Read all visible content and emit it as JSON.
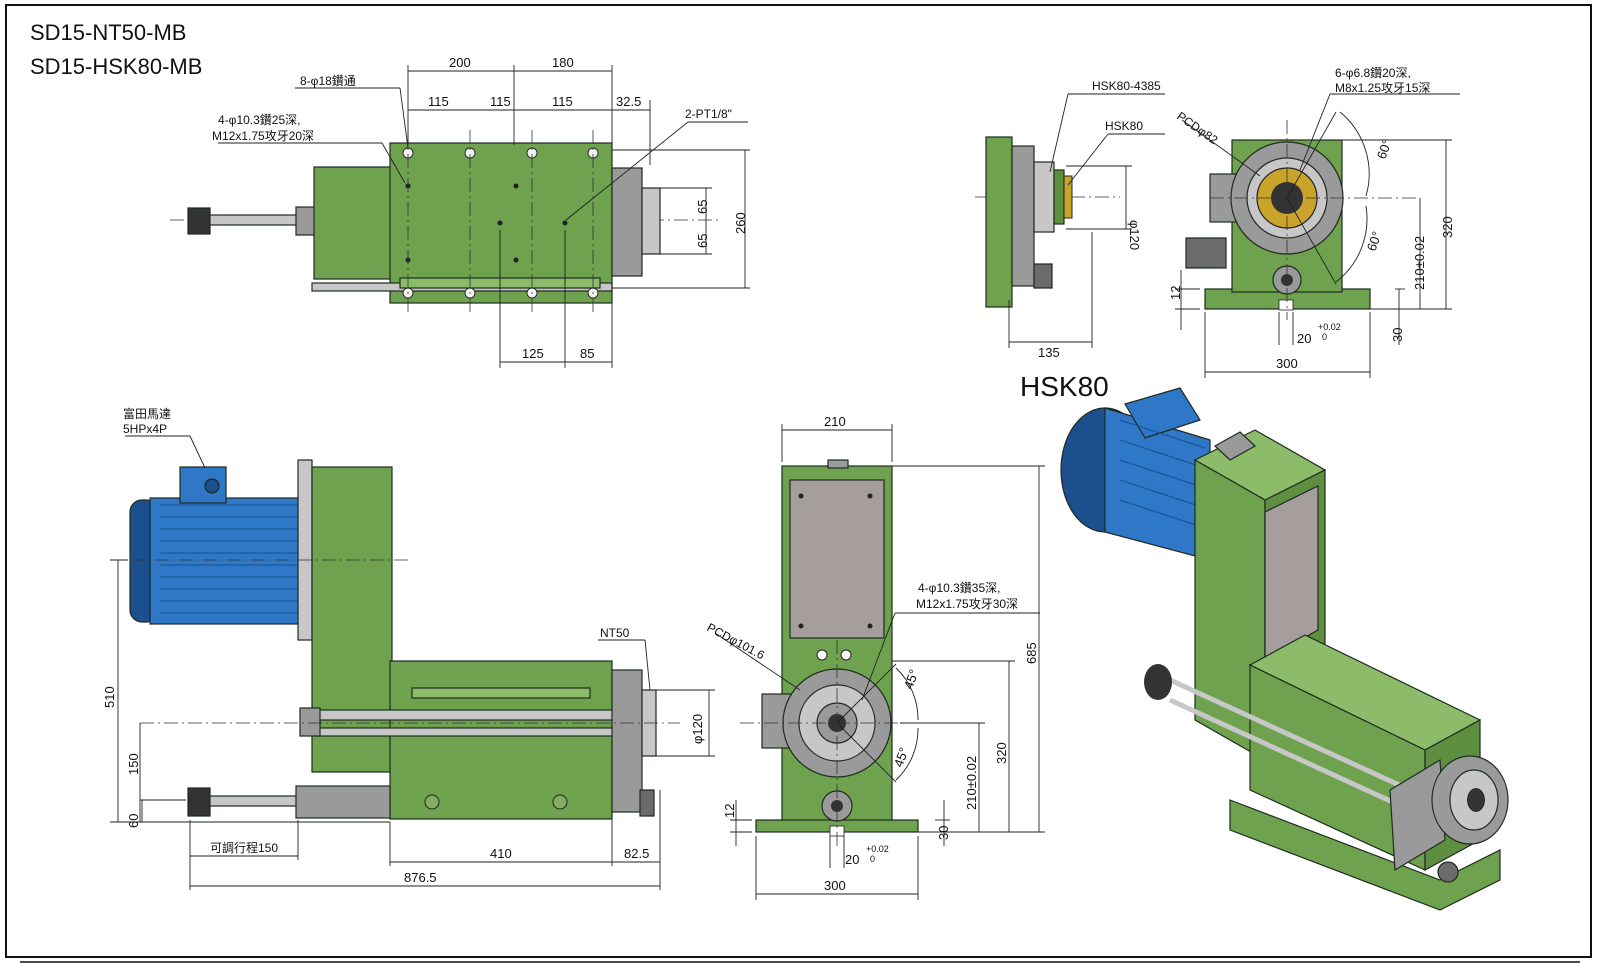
{
  "colors": {
    "body_green": "#6ea24e",
    "motor_blue": "#2e78c7",
    "steel_grey": "#9a9a9a",
    "plate_grey": "#a69e9c"
  },
  "titles": {
    "line1": "SD15-NT50-MB",
    "line2": "SD15-HSK80-MB",
    "iso_label": "HSK80"
  },
  "top_view": {
    "dims": {
      "d200": "200",
      "d180": "180",
      "d115a": "115",
      "d115b": "115",
      "d115c": "115",
      "d32_5": "32.5",
      "d65a": "65",
      "d65b": "65",
      "d260": "260",
      "d125": "125",
      "d85": "85"
    },
    "notes": {
      "holes_through": "8-φ18鑽通",
      "holes_tapped_1": "4-φ10.3鑽25深,",
      "holes_tapped_2": "M12x1.75攻牙20深",
      "pipe": "2-PT1/8\""
    }
  },
  "side_view_small": {
    "notes": {
      "hsk4385": "HSK80-4385",
      "hsk80": "HSK80"
    },
    "dims": {
      "d120": "φ120",
      "d135": "135"
    }
  },
  "front_view_small": {
    "notes": {
      "holes_1": "6-φ6.8鑽20深,",
      "holes_2": "M8x1.25攻牙15深",
      "pcd": "PCDφ82",
      "angle1": "60°",
      "angle2": "60°"
    },
    "dims": {
      "d320": "320",
      "d210": "210±0.02",
      "d12": "12",
      "d30": "30",
      "d20": "20",
      "tol_up": "+0.02",
      "tol_dn": "0",
      "d300": "300"
    }
  },
  "side_view_large": {
    "notes": {
      "motor_1": "富田馬達",
      "motor_2": "5HPx4P",
      "nt50": "NT50",
      "stroke": "可調行程150"
    },
    "dims": {
      "d510": "510",
      "d150": "150",
      "d60": "60",
      "d120": "φ120",
      "d410": "410",
      "d82_5": "82.5",
      "d876_5": "876.5"
    }
  },
  "front_view_large": {
    "notes": {
      "holes_1": "4-φ10.3鑽35深,",
      "holes_2": "M12x1.75攻牙30深",
      "pcd": "PCDφ101.6",
      "angle1": "45°",
      "angle2": "45°"
    },
    "dims": {
      "d210": "210",
      "d685": "685",
      "d320": "320",
      "d210tol": "210±0.02",
      "d12": "12",
      "d30": "30",
      "d20": "20",
      "tol_up": "+0.02",
      "tol_dn": "0",
      "d300": "300"
    }
  }
}
